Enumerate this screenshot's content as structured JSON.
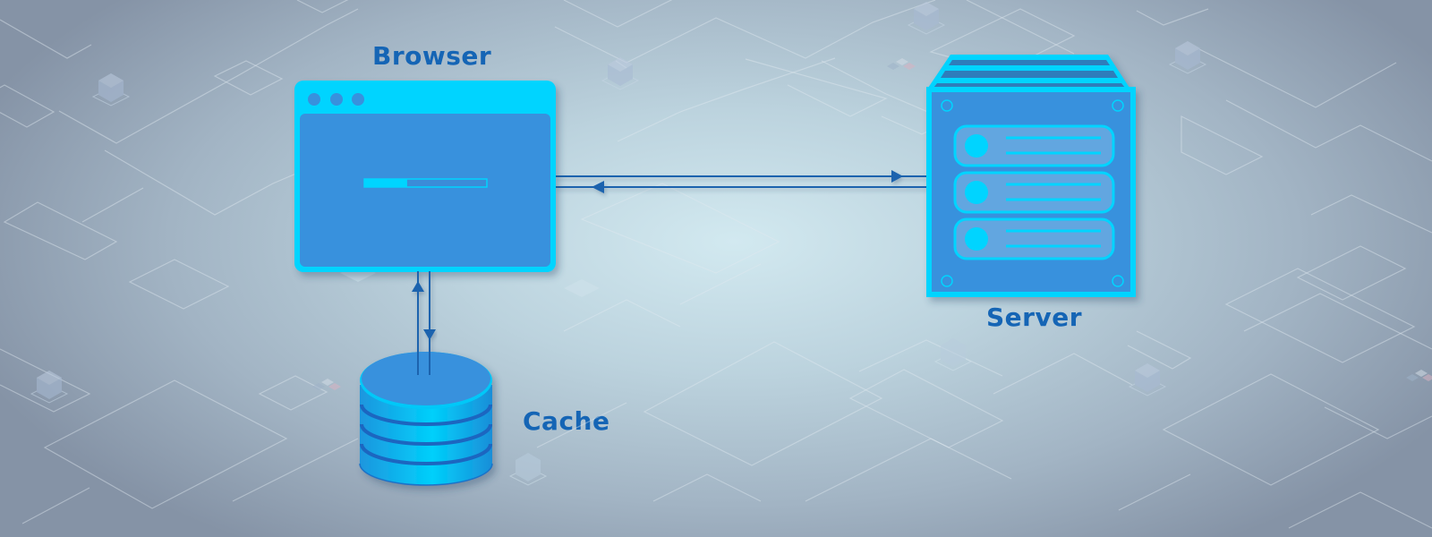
{
  "diagram": {
    "title": "Browser cache request flow",
    "nodes": [
      {
        "id": "browser",
        "label": "Browser",
        "icon": "browser-window-icon",
        "loading_progress": 0.35
      },
      {
        "id": "server",
        "label": "Server",
        "icon": "server-rack-icon",
        "rack_units": 3
      },
      {
        "id": "cache",
        "label": "Cache",
        "icon": "database-cylinder-icon",
        "disk_layers": 4
      }
    ],
    "edges": [
      {
        "from": "browser",
        "to": "server",
        "direction": "request"
      },
      {
        "from": "server",
        "to": "browser",
        "direction": "response"
      },
      {
        "from": "cache",
        "to": "browser",
        "direction": "read"
      },
      {
        "from": "browser",
        "to": "cache",
        "direction": "write"
      }
    ]
  },
  "colors": {
    "label": "#1565b5",
    "accent_cyan": "#00d4ff",
    "panel_blue": "#3791dd",
    "slot_blue": "#62a6e0",
    "dark_stripe": "#2f7dbb",
    "arrow": "#1a64ae",
    "grid_line": "#d8e4ec"
  }
}
